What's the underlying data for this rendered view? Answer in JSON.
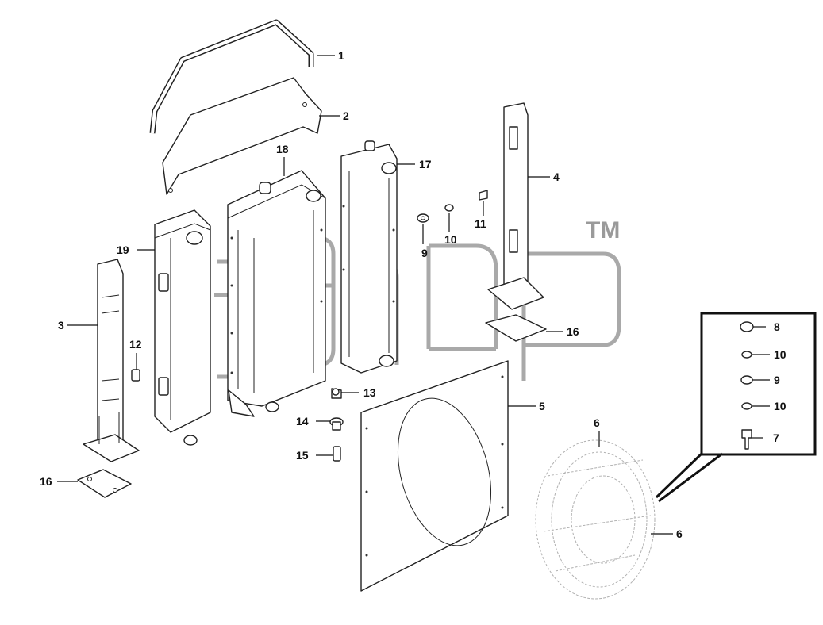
{
  "watermark": {
    "trademark": "TM",
    "color": "#9a9a9a"
  },
  "callouts": [
    {
      "id": "c1",
      "label": "1"
    },
    {
      "id": "c2",
      "label": "2"
    },
    {
      "id": "c3",
      "label": "3"
    },
    {
      "id": "c4",
      "label": "4"
    },
    {
      "id": "c5",
      "label": "5"
    },
    {
      "id": "c6a",
      "label": "6"
    },
    {
      "id": "c6b",
      "label": "6"
    },
    {
      "id": "c7",
      "label": "7"
    },
    {
      "id": "c8",
      "label": "8"
    },
    {
      "id": "c9a",
      "label": "9"
    },
    {
      "id": "c9b",
      "label": "9"
    },
    {
      "id": "c10a",
      "label": "10"
    },
    {
      "id": "c10b",
      "label": "10"
    },
    {
      "id": "c10c",
      "label": "10"
    },
    {
      "id": "c11",
      "label": "11"
    },
    {
      "id": "c12",
      "label": "12"
    },
    {
      "id": "c13",
      "label": "13"
    },
    {
      "id": "c14",
      "label": "14"
    },
    {
      "id": "c15",
      "label": "15"
    },
    {
      "id": "c16a",
      "label": "16"
    },
    {
      "id": "c16b",
      "label": "16"
    },
    {
      "id": "c17",
      "label": "17"
    },
    {
      "id": "c18",
      "label": "18"
    },
    {
      "id": "c19",
      "label": "19"
    }
  ]
}
